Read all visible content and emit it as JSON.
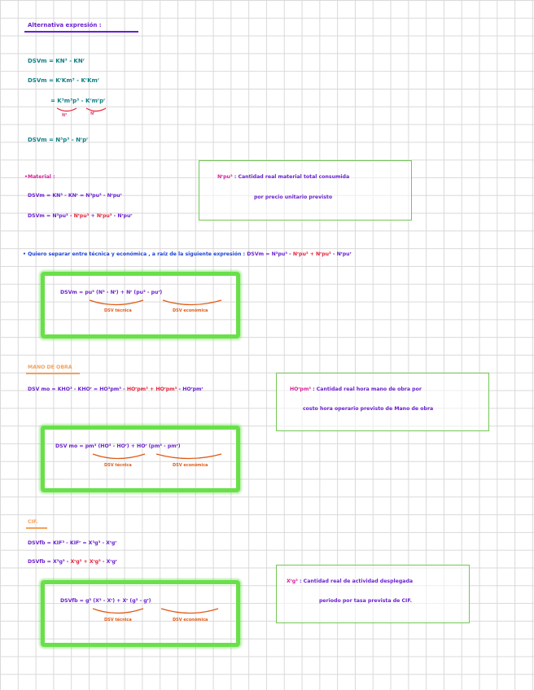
{
  "title": "Alternativa expresión :",
  "intro": {
    "l1": "DSVm = KN³ - KNʳ",
    "l2": "DSVm = KʳKm³ - KʳKmʳ",
    "l3": "= K³m³p³ - Kʳmʳpʳ",
    "l3_sub1": "N³",
    "l3_sub2": "Nʳ",
    "l4": "DSVm = N³p³ - Nʳpʳ"
  },
  "materials": {
    "heading": "•Material :",
    "l1": "DSVm = KN³ - KNʳ = N³pu³ - Nʳpuʳ",
    "l2_a": "DSVm = N³pu³ - ",
    "l2_b": "Nʳpu³",
    "l2_c": " + ",
    "l2_d": "Nʳpu³",
    "l2_e": " - Nʳpuʳ",
    "note_a": "Nʳpu³",
    "note_b": " : Cantidad real material total consumida",
    "note_c": "por precio unitario previsto"
  },
  "separate": {
    "line_a": "• Quiero separar entre técnica y económica , a raíz de la siguiente expresión : ",
    "line_b": "DSVm = N³pu³ - ",
    "line_c": "Nʳpu³ + Nʳpu³",
    "line_d": " - Nʳpuʳ",
    "formula_a": "DSVm = ",
    "formula_b": "pu³ (N³ - Nʳ)",
    "formula_c": " + ",
    "formula_d": "Nʳ (pu³ - puʳ)",
    "label_tech": "DSV técnica",
    "label_econ": "DSV económica"
  },
  "labor": {
    "heading": "MANO DE OBRA",
    "l1_a": "DSV mo = KHO³ - KHOʳ = ",
    "l1_b": "HO³pm³ - ",
    "l1_c": "HOʳpm³ + HOʳpm³",
    "l1_d": " - HOʳpmʳ",
    "note_a": "HOʳpm³",
    "note_b": " : Cantidad real hora mano de obra por",
    "note_c": "costo hora operario previsto de Mano de obra",
    "formula_a": "DSV mo = ",
    "formula_b": "pm³ (HO³ - HOʳ)",
    "formula_c": " + ",
    "formula_d": "HOʳ (pm³ - pmʳ)",
    "label_tech": "DSV técnica",
    "label_econ": "DSV económica"
  },
  "cif": {
    "heading": "CIF.",
    "l1": "DSVfb = KIF³ - KIFʳ = X³g³ - Xʳgʳ",
    "l2_a": "DSVfb = X³g³ - ",
    "l2_b": "Xʳg³ + Xʳg³",
    "l2_c": " - Xʳgʳ",
    "note_a": "Xʳg³",
    "note_b": " : Cantidad real de actividad desplegada",
    "note_c": "periodo por tasa prevista de CIF.",
    "formula_a": "DSVfb = ",
    "formula_b": "g³ (X³ - Xʳ)",
    "formula_c": " + ",
    "formula_d": "Xʳ (g³ - gʳ)",
    "label_tech": "DSV técnica",
    "label_econ": "DSV económica"
  }
}
